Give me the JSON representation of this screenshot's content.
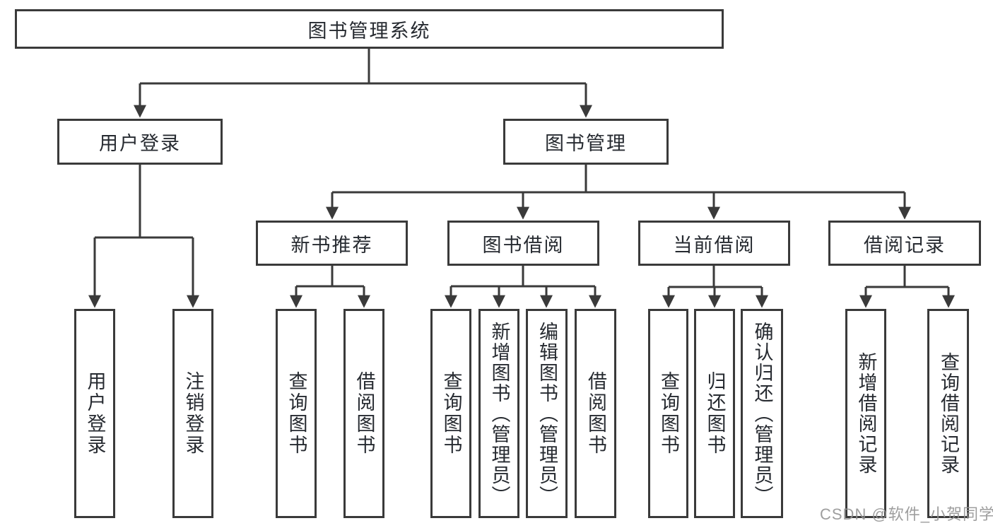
{
  "diagram": {
    "title": "图书管理系统",
    "watermark": "CSDN @软件_小贺同学",
    "colors": {
      "line": "#3a3a3a",
      "text": "#262a30",
      "watermark": "#949494",
      "background": "#ffffff"
    },
    "tree": {
      "label": "图书管理系统",
      "children": [
        {
          "label": "用户登录",
          "children": [
            {
              "label": "用户登录"
            },
            {
              "label": "注销登录"
            }
          ]
        },
        {
          "label": "图书管理",
          "children": [
            {
              "label": "新书推荐",
              "children": [
                {
                  "label": "查询图书"
                },
                {
                  "label": "借阅图书"
                }
              ]
            },
            {
              "label": "图书借阅",
              "children": [
                {
                  "label": "查询图书"
                },
                {
                  "label": "新增图书（管理员）"
                },
                {
                  "label": "编辑图书（管理员）"
                },
                {
                  "label": "借阅图书"
                }
              ]
            },
            {
              "label": "当前借阅",
              "children": [
                {
                  "label": "查询图书"
                },
                {
                  "label": "归还图书"
                },
                {
                  "label": "确认归还（管理员）"
                }
              ]
            },
            {
              "label": "借阅记录",
              "children": [
                {
                  "label": "新增借阅记录"
                },
                {
                  "label": "查询借阅记录"
                }
              ]
            }
          ]
        }
      ]
    }
  }
}
